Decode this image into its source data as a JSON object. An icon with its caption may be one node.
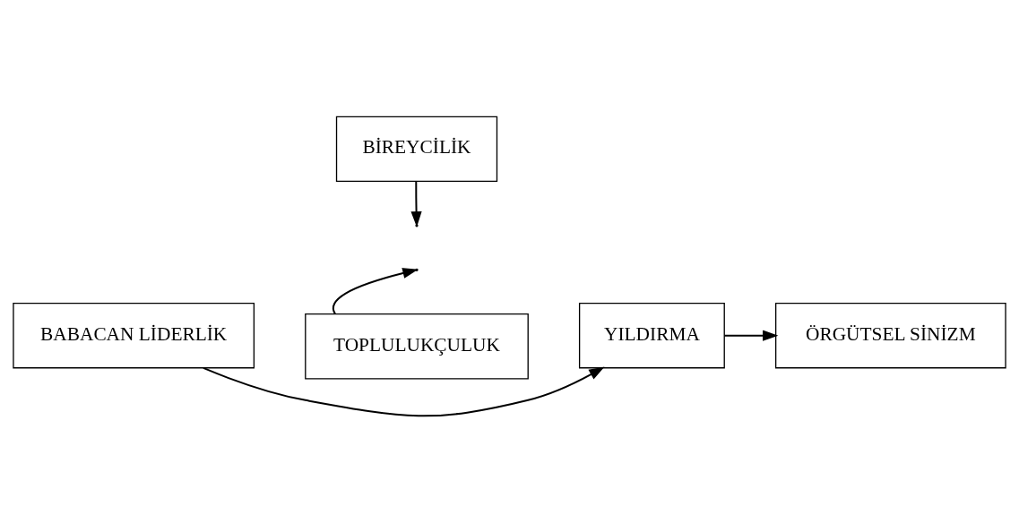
{
  "diagram": {
    "nodes": [
      {
        "text": [
          "BİREYCİLİK"
        ]
      },
      {
        "text": [
          "BABACAN LİDERLİK"
        ]
      },
      {
        "text": [
          "YILDIRMA"
        ]
      },
      {
        "text": [
          "ÖRGÜTSEL SİNİZM"
        ]
      },
      {
        "text": [
          "TOPLULUKÇULUK"
        ]
      }
    ],
    "edges": [
      {
        "from": 0,
        "to": null,
        "arrow": "to"
      },
      {
        "from": 1,
        "to": 2,
        "arrow": "to"
      },
      {
        "from": 2,
        "to": 3,
        "arrow": "to"
      },
      {
        "from": 4,
        "to": null,
        "arrow": "to"
      }
    ]
  }
}
